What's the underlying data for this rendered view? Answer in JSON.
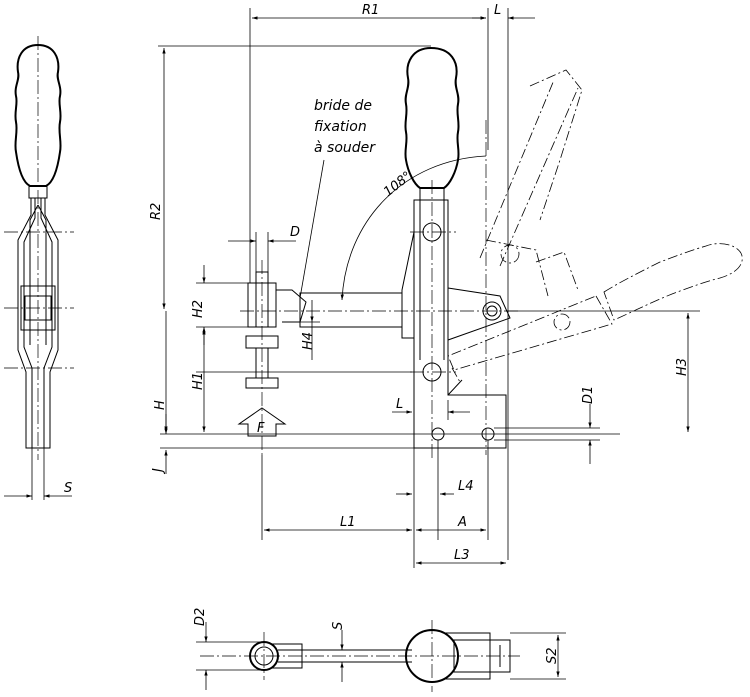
{
  "labels": {
    "R1": "R1",
    "L": "L",
    "R2": "R2",
    "D": "D",
    "H2": "H2",
    "H4": "H4",
    "H1": "H1",
    "H": "H",
    "J": "J",
    "F": "F",
    "L1": "L1",
    "L4": "L4",
    "A": "A",
    "L3": "L3",
    "D1": "D1",
    "H3": "H3",
    "S": "S",
    "D2": "D2",
    "S2": "S2",
    "angle": "108°"
  },
  "note": {
    "line1": "bride de",
    "line2": "fixation",
    "line3": "à souder"
  }
}
